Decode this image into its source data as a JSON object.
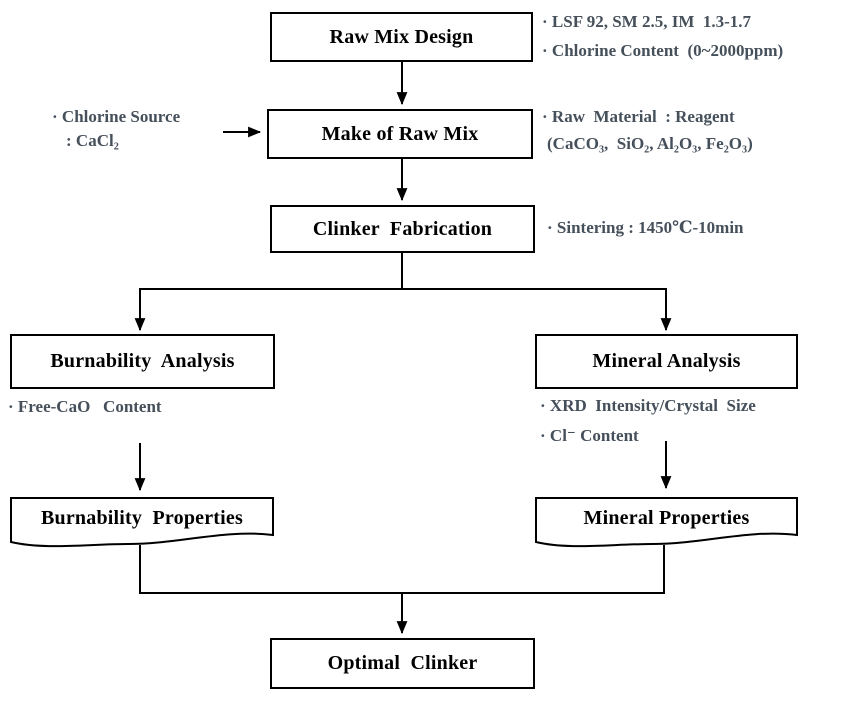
{
  "diagram": {
    "title": "Clinker experiment flowchart",
    "nodes": {
      "raw_mix_design": {
        "label": "Raw Mix Design"
      },
      "make_of_raw_mix": {
        "label": "Make of Raw Mix"
      },
      "clinker_fabrication": {
        "label": "Clinker  Fabrication"
      },
      "burnability_analysis": {
        "label": "Burnability  Analysis"
      },
      "mineral_analysis": {
        "label": "Mineral Analysis"
      },
      "burnability_properties": {
        "label": "Burnability  Properties"
      },
      "mineral_properties": {
        "label": "Mineral Properties"
      },
      "optimal_clinker": {
        "label": "Optimal  Clinker"
      }
    },
    "annotations": {
      "raw_mix_line1": "· LSF 92, SM 2.5, IM  1.3-1.7",
      "raw_mix_line2": "· Chlorine Content  (0~2000ppm)",
      "chlorine_source_line1": "· Chlorine Source",
      "chlorine_source_line2": ": CaCl₂",
      "raw_material_line1": "· Raw  Material  : Reagent",
      "raw_material_line2": "(CaCO₃,  SiO₂, Al₂O₃, Fe₂O₃)",
      "sintering": "· Sintering : 1450℃-10min",
      "free_cao": "· Free-CaO   Content",
      "xrd": "· XRD  Intensity/Crystal  Size",
      "cl_content": "· Cl⁻ Content"
    },
    "colors": {
      "background": "#ffffff",
      "line": "#000000",
      "box_border": "#000000",
      "box_text": "#000000",
      "annotation_text": "#46505b"
    }
  }
}
